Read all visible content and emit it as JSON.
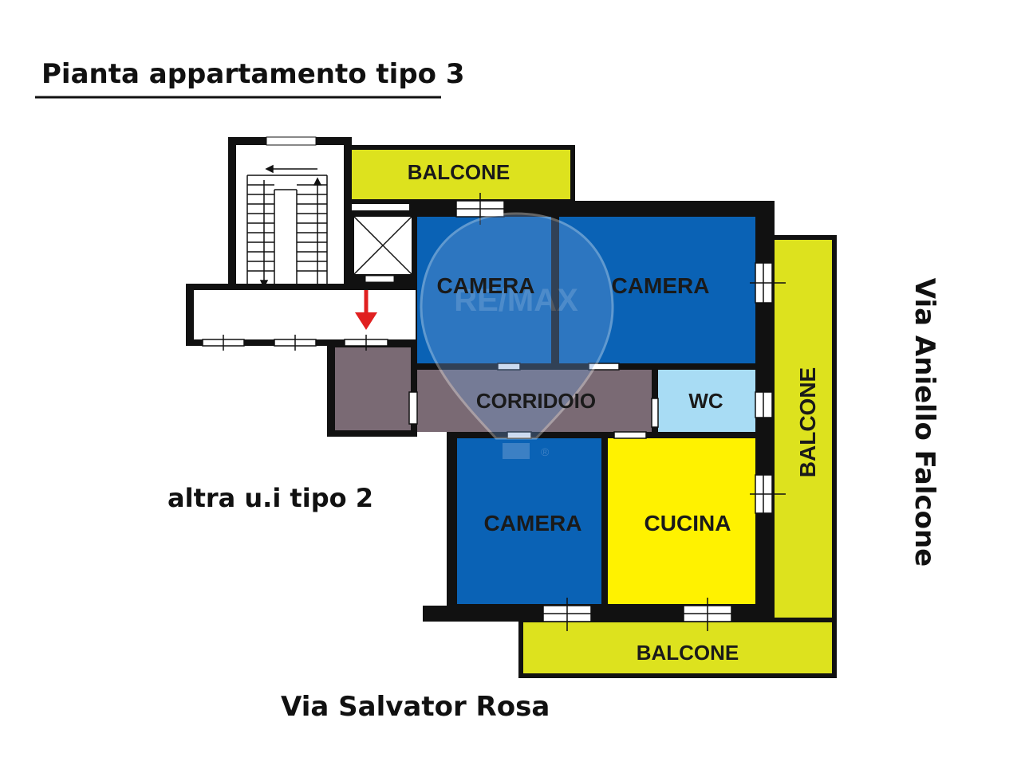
{
  "title": "Pianta appartamento tipo 3",
  "labels": {
    "neighbor": "altra u.i tipo 2",
    "street_bottom": "Via Salvator Rosa",
    "street_right": "Via Aniello Falcone"
  },
  "rooms": {
    "balcone_top": "BALCONE",
    "camera_1": "CAMERA",
    "camera_2": "CAMERA",
    "corridoio": "CORRIDOIO",
    "wc": "WC",
    "camera_3": "CAMERA",
    "cucina": "CUCINA",
    "balcone_right": "BALCONE",
    "balcone_bottom": "BALCONE"
  },
  "watermark": {
    "brand": "RE/MAX",
    "registered": "®"
  },
  "colors": {
    "camera": "#0a62b5",
    "corridoio": "#7a6a74",
    "wc": "#a8dcf4",
    "cucina": "#fff200",
    "balcone": "#dde21e",
    "wall": "#111111",
    "entrance_arrow": "#e02020"
  }
}
